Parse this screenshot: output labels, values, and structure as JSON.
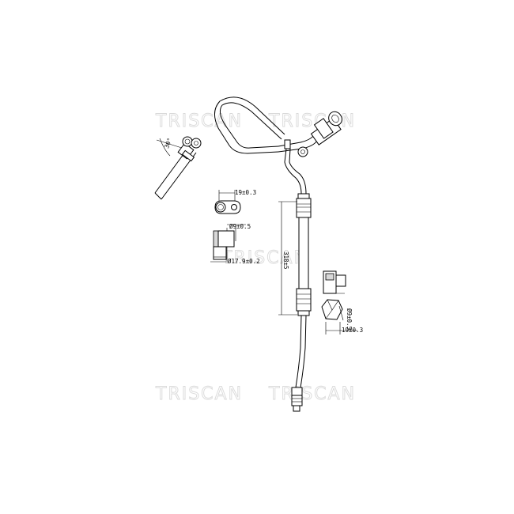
{
  "watermark": {
    "text": "TRISCAN"
  },
  "dimensions": {
    "top_nut_width": "19±0.3",
    "pipe_diameter": "Ø9±0.5",
    "flange_diameter": "Ø17.9±0.2",
    "hose_length": "318±5",
    "fitting_diameter": "Ø9±0.5",
    "fitting_width": "19±0.3",
    "angle": "30°"
  }
}
